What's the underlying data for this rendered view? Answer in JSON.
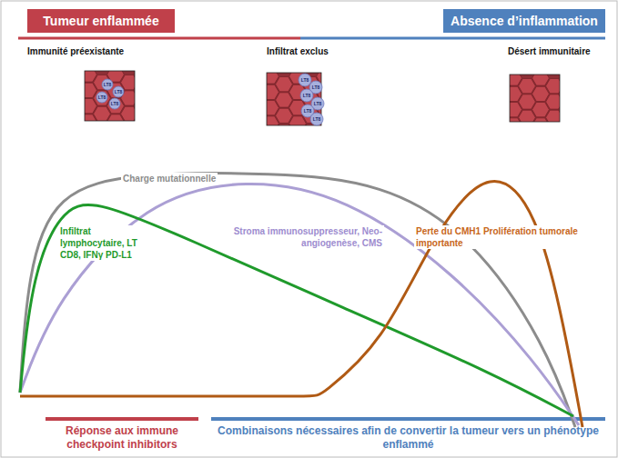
{
  "diagram": {
    "nodes": [
      {
        "text": [
          "Tumeur enflammée"
        ]
      },
      {
        "text": [
          "Absence d’inflammation"
        ]
      }
    ],
    "labels": [
      "Immunité préexistante",
      "Infiltrat exclus",
      "Désert immunitaire",
      "Charge mutationnelle",
      "Infiltrat lymphocytaire, LT CD8, IFNγ PD-L1",
      "Stroma immunosuppresseur, Neo-angiogenèse, CMS",
      "Perte du CMH1 Prolifération tumorale importante",
      "Réponse aux immune checkpoint inhibitors",
      "Combinaisons nécessaires afin de convertir la tumeur vers un phénotype enflammé",
      "LT8",
      "LT8",
      "LT8",
      "LT8",
      "LT8",
      "LT8",
      "LT8",
      "LT8",
      "LT8",
      "LT8"
    ]
  }
}
